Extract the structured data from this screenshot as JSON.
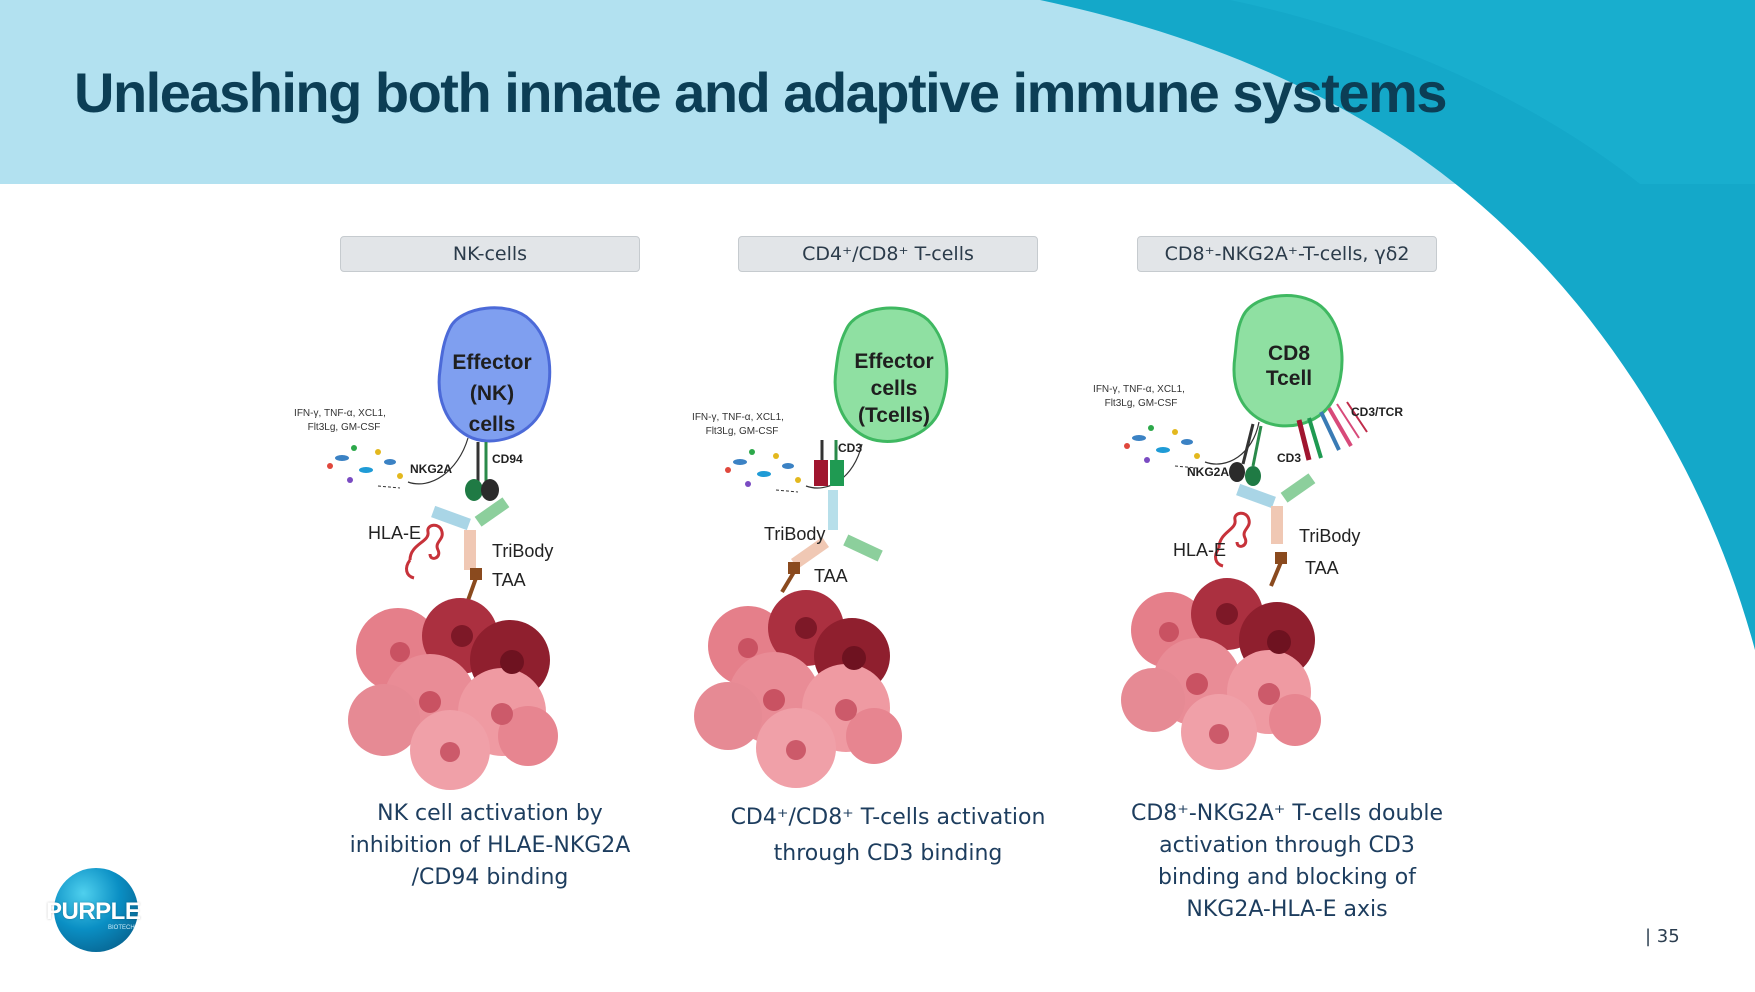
{
  "slide": {
    "title": "Unleashing both innate and adaptive immune systems",
    "page_number": "| 35",
    "colors": {
      "banner": "#b2e1f0",
      "accent": "#14a8c9",
      "title": "#0c3e55",
      "caption": "#1d3d5e"
    }
  },
  "logo": {
    "text": "PURPLE",
    "subtext": "BIOTECH"
  },
  "panels": [
    {
      "header": "NK-cells",
      "cell_label": [
        "Effector",
        "(NK)",
        "cells"
      ],
      "cytokines": [
        "IFN-γ, TNF-α, XCL1,",
        "Flt3Lg, GM-CSF"
      ],
      "labels": {
        "receptor": "NKG2A",
        "coreceptor": "CD94",
        "ligand": "HLA-E",
        "tribody": "TriBody",
        "taa": "TAA"
      },
      "caption": [
        "NK cell activation by",
        "inhibition of HLAE-NKG2A",
        "/CD94 binding"
      ]
    },
    {
      "header": "CD4⁺/CD8⁺ T-cells",
      "cell_label": [
        "Effector",
        "cells",
        "(Tcells)"
      ],
      "cytokines": [
        "IFN-γ, TNF-α, XCL1,",
        "Flt3Lg, GM-CSF"
      ],
      "labels": {
        "receptor": "CD3",
        "tribody": "TriBody",
        "taa": "TAA"
      },
      "caption": [
        "CD4⁺/CD8⁺ T-cells  activation",
        "through CD3 binding"
      ]
    },
    {
      "header": "CD8⁺-NKG2A⁺-T-cells, γδ2",
      "cell_label": [
        "CD8",
        "Tcell"
      ],
      "cytokines": [
        "IFN-γ, TNF-α, XCL1,",
        "Flt3Lg, GM-CSF"
      ],
      "labels": {
        "receptor": "NKG2A",
        "cd3": "CD3",
        "tcr": "CD3/TCR",
        "ligand": "HLA-E",
        "tribody": "TriBody",
        "taa": "TAA"
      },
      "caption": [
        "CD8⁺-NKG2A⁺ T-cells double",
        "activation through CD3",
        "binding and blocking of",
        "NKG2A-HLA-E axis"
      ]
    }
  ]
}
